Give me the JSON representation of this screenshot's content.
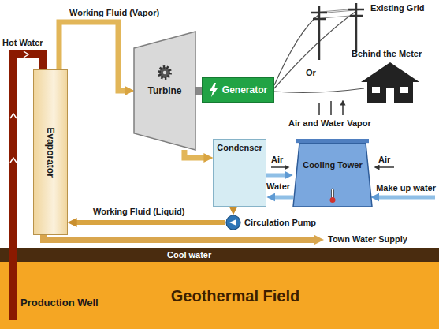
{
  "diagram": {
    "nodes": [
      {
        "text": [
          "Evaporator"
        ]
      },
      {
        "text": [
          "Turbine"
        ]
      },
      {
        "text": [
          "Generator"
        ]
      },
      {
        "text": [
          "Condenser"
        ]
      },
      {
        "text": [
          "Cooling Tower"
        ]
      },
      {
        "text": [
          "Circulation Pump"
        ]
      },
      {
        "text": [
          "Geothermal Field"
        ]
      }
    ],
    "edges": [
      {
        "from": 0,
        "to": 1,
        "arrow": "to"
      },
      {
        "from": 1,
        "to": 3,
        "arrow": "to"
      },
      {
        "from": 3,
        "to": 5,
        "arrow": "to"
      },
      {
        "from": 5,
        "to": 0,
        "arrow": "to"
      },
      {
        "from": 3,
        "to": 4,
        "arrow": "to"
      },
      {
        "from": 4,
        "to": 3,
        "arrow": "to"
      }
    ],
    "labels": [
      "Hot Water",
      "Working Fluid (Vapor)",
      "Existing Grid",
      "Behind the Meter",
      "Or",
      "Air and Water Vapor",
      "Air",
      "Air",
      "Water",
      "Make up water",
      "Working Fluid (Liquid)",
      "Town Water Supply",
      "Cool water",
      "Production Well"
    ]
  }
}
